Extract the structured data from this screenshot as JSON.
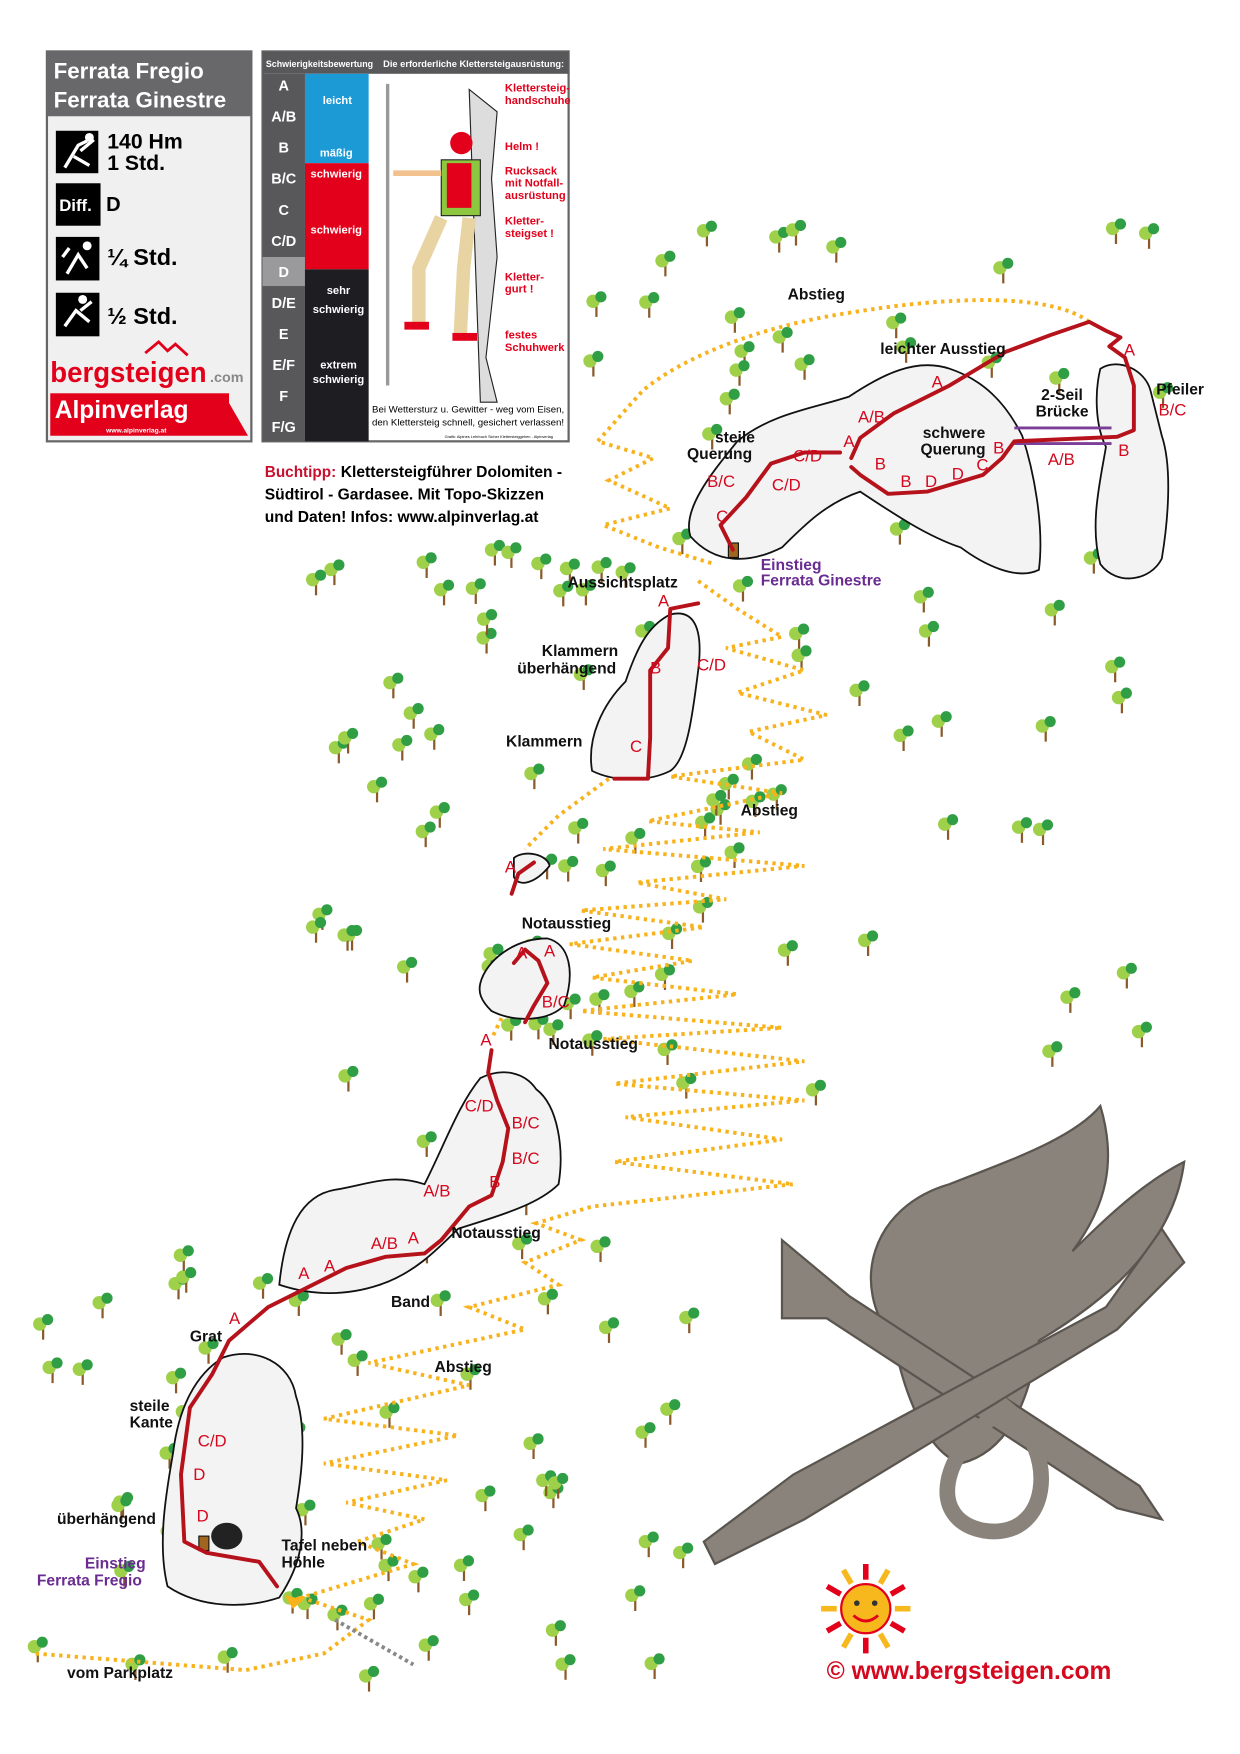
{
  "info_box": {
    "title_line1": "Ferrata Fregio",
    "title_line2": "Ferrata Ginestre",
    "height_gain": "140 Hm",
    "ascent_time": "1 Std.",
    "diff_label": "Diff.",
    "difficulty": "D",
    "approach_time": "¼ Std.",
    "descent_time": "½ Std.",
    "logo_bergsteigen": "bergsteigen",
    "logo_com": ".com",
    "logo_alpinverlag": "Alpinverlag",
    "logo_alpinverlag_url": "www.alpinverlag.at"
  },
  "grade_legend": {
    "header_left": "Schwierigkeitsbewertung",
    "header_right": "Die erforderliche Klettersteigausrüstung:",
    "grades": [
      "A",
      "A/B",
      "B",
      "B/C",
      "C",
      "C/D",
      "D",
      "D/E",
      "E",
      "E/F",
      "F",
      "F/G"
    ],
    "highlighted_grade": "D",
    "bands": [
      "leicht",
      "mäßig",
      "schwierig",
      "schwierig",
      "sehr",
      "schwierig",
      "extrem",
      "schwierig"
    ],
    "equipment": [
      "Klettersteig-",
      "handschuhe",
      "Helm !",
      "Rucksack",
      "mit Notfall-",
      "ausrüstung",
      "Kletter-",
      "steigset !",
      "Kletter-",
      "gurt !",
      "festes",
      "Schuhwerk"
    ],
    "warning_line1": "Bei Wettersturz u. Gewitter - weg vom Eisen,",
    "warning_line2": "den Klettersteig schnell, gesichert verlassen!",
    "credit": "Grafik: Alpines Lehrbuch Sicher Klettersteiggehen - Alpinverlag",
    "colors": {
      "easy": "#1c9ad6",
      "hard": "#e2001a",
      "very_hard": "#1d1d22"
    }
  },
  "book_tip": {
    "label": "Buchtipp:",
    "line1": "Klettersteigführer Dolomiten -",
    "line2": "Südtirol - Gardasee. Mit Topo-Skizzen",
    "line3": "und Daten!  Infos: www.alpinverlag.at"
  },
  "map": {
    "labels": [
      "Abstieg",
      "leichter Ausstieg",
      "Pfeiler",
      "2-Seil",
      "Brücke",
      "schwere",
      "Querung",
      "steile",
      "Querung",
      "Aussichtsplatz",
      "Klammern",
      "überhängend",
      "Klammern",
      "Abstieg",
      "Notausstieg",
      "Notausstieg",
      "Notausstieg",
      "Band",
      "Grat",
      "steile",
      "Kante",
      "Abstieg",
      "überhängend",
      "Tafel neben",
      "Höhle",
      "vom Parkplatz"
    ],
    "entries": [
      "Einstieg",
      "Ferrata Ginestre",
      "Einstieg",
      "Ferrata Fregio"
    ],
    "grades": [
      "A",
      "A/B",
      "A",
      "C/D",
      "B/C",
      "C/D",
      "C",
      "B",
      "B",
      "D",
      "D",
      "C",
      "B",
      "A/B",
      "B",
      "A",
      "B/C",
      "A",
      "B",
      "C/D",
      "C",
      "A",
      "A",
      "A",
      "B/C",
      "A",
      "C/D",
      "B/C",
      "B/C",
      "B",
      "A/B",
      "A",
      "A/B",
      "A",
      "A",
      "A",
      "C/D",
      "D",
      "D"
    ],
    "colors": {
      "route": "#b5121b",
      "path": "#f7b21c",
      "bridge": "#7b3f98"
    }
  },
  "footer": {
    "copyright": "©  www.bergsteigen.com"
  }
}
